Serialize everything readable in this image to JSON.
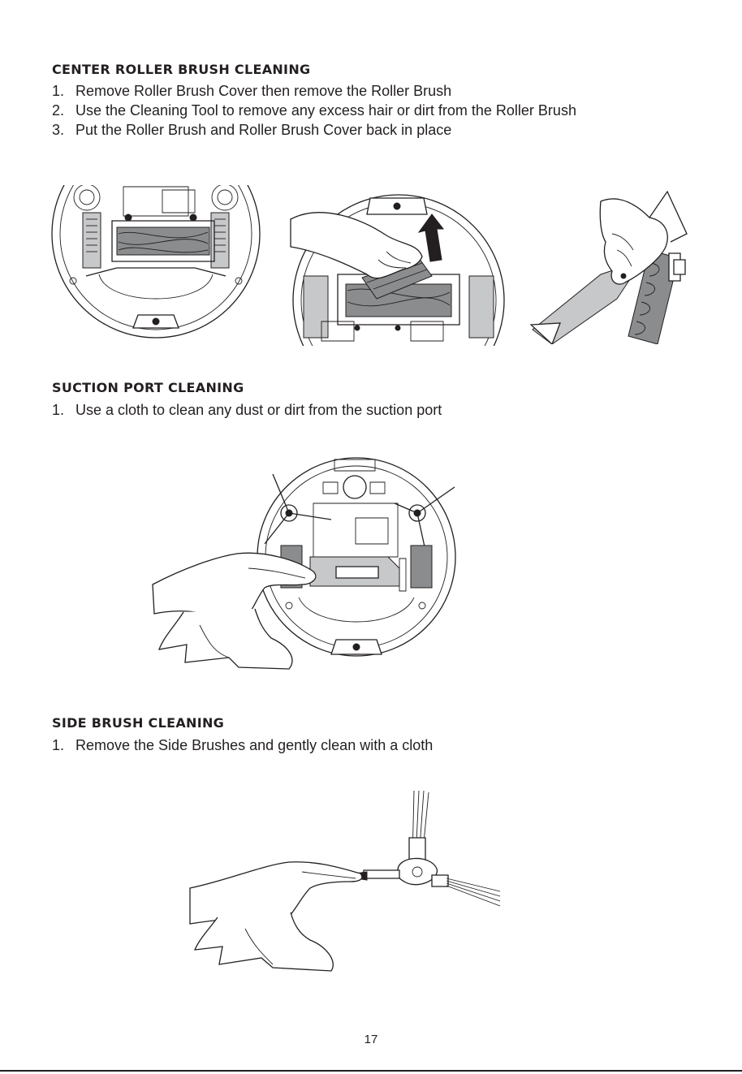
{
  "sections": {
    "roller": {
      "title": "CENTER ROLLER BRUSH CLEANING",
      "steps": [
        {
          "num": "1.",
          "text": "Remove Roller Brush Cover then remove the Roller Brush"
        },
        {
          "num": "2.",
          "text": "Use the Cleaning Tool to remove any excess hair or dirt from the Roller Brush"
        },
        {
          "num": "3.",
          "text": "Put the Roller Brush and Roller Brush Cover back in place"
        }
      ]
    },
    "suction": {
      "title": "SUCTION PORT CLEANING",
      "steps": [
        {
          "num": "1.",
          "text": "Use a cloth to clean any dust or dirt from the suction port"
        }
      ]
    },
    "side": {
      "title": "SIDE BRUSH CLEANING",
      "steps": [
        {
          "num": "1.",
          "text": "Remove the Side Brushes and gently clean with a cloth"
        }
      ]
    }
  },
  "footer": {
    "page_number": "17"
  }
}
